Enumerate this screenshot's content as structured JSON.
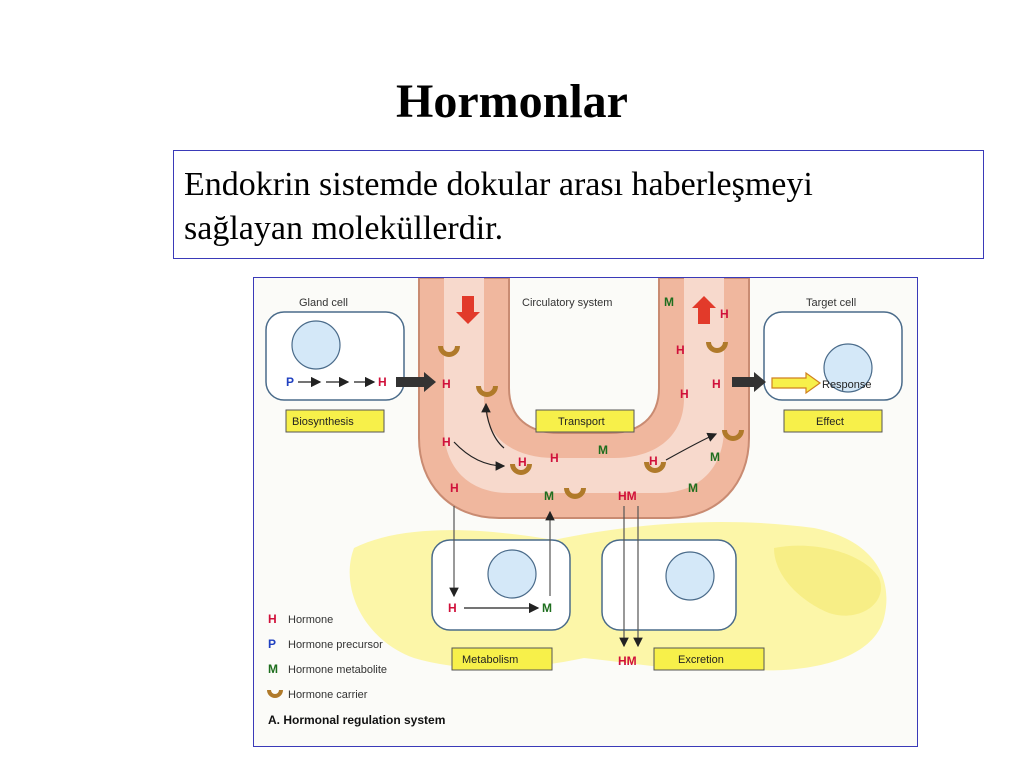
{
  "slide": {
    "title": "Hormonlar",
    "definition_line1": "Endokrin sistemde dokular arası haberleşmeyi",
    "definition_line2": "sağlayan moleküllerdir."
  },
  "figure": {
    "gland_cell_label": "Gland cell",
    "target_cell_label": "Target cell",
    "circulatory_label": "Circulatory system",
    "biosynthesis_label": "Biosynthesis",
    "transport_label": "Transport",
    "effect_label": "Effect",
    "response_label": "Response",
    "metabolism_label": "Metabolism",
    "excretion_label": "Excretion",
    "symbol_h": "H",
    "symbol_p": "P",
    "symbol_m": "M",
    "symbol_hm": "HM",
    "legend": {
      "hormone": "Hormone",
      "precursor": "Hormone precursor",
      "metabolite": "Hormone metabolite",
      "carrier": "Hormone carrier",
      "caption": "A. Hormonal regulation system"
    },
    "colors": {
      "vessel": "#f0b79e",
      "vessel_inner": "#f7d9cc",
      "label_box": "#f7f04a",
      "hormone_red": "#d0103a",
      "metabolite_green": "#1e6e1e",
      "precursor_blue": "#2040c0",
      "carrier": "#b07a2a",
      "liver_yellow": "#fbf59a",
      "cell_nucleus": "#d4e8f8"
    }
  }
}
